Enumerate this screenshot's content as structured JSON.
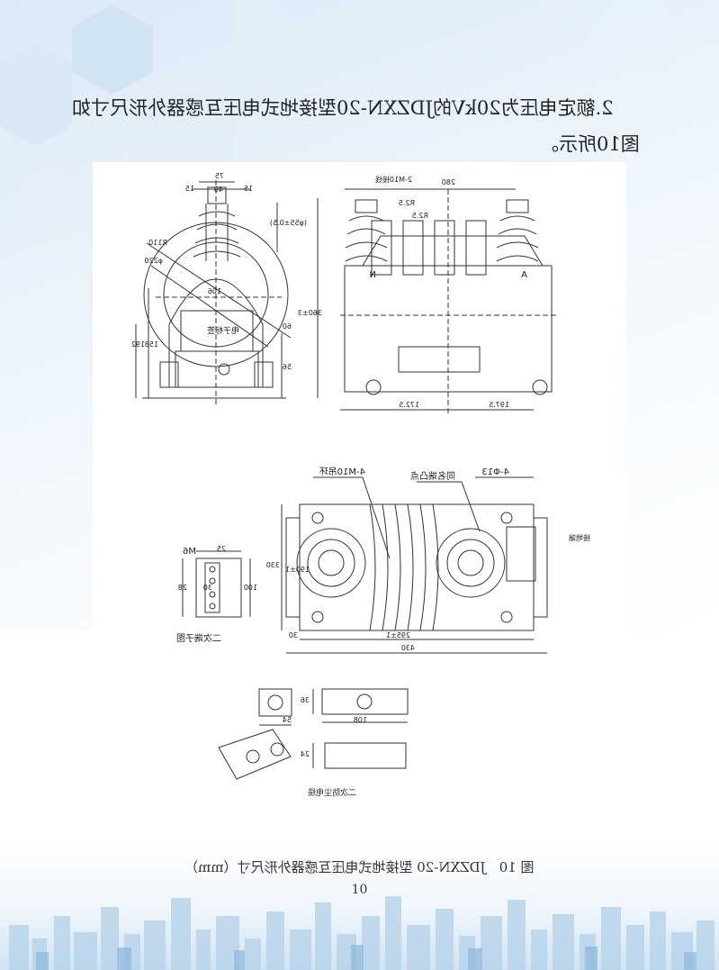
{
  "heading": {
    "line1": "2.额定电压为20kV的JDZXN-20型接地式电压互感器外形尺寸如",
    "line2": "图10所示。"
  },
  "figure": {
    "side_view": {
      "top_dims": [
        "75",
        "40",
        "15",
        "15"
      ],
      "radius_labels": [
        "R110",
        "φ220"
      ],
      "center_dim": "106",
      "left_dims": [
        "192",
        "158"
      ],
      "right_dims": [
        "60",
        "56"
      ],
      "right_top_label": "(φ55±0.5)",
      "nameplate": "电子标签"
    },
    "front_view": {
      "top_dim": "280",
      "labels": [
        "2-M10接线",
        "R2.5",
        "R2.5"
      ],
      "terminal_left": "N",
      "terminal_right": "A",
      "height_dim": "360±3",
      "bottom_dims": [
        "172.5",
        "197.5"
      ]
    },
    "top_view": {
      "labels": [
        "4-M10吊环",
        "同名端凸点",
        "4-Φ13",
        "接地端"
      ],
      "dims": [
        "330",
        "190±1",
        "30",
        "295±1",
        "430"
      ]
    },
    "terminal_view": {
      "label_m6": "M6",
      "dims": [
        "25",
        "28",
        "30",
        "100"
      ],
      "caption": "二次端子图"
    },
    "connector_view": {
      "dims": [
        "54",
        "36",
        "108",
        "24"
      ],
      "caption": "二次防尘电缆"
    }
  },
  "caption": "图 10　JDZXN-20 型接地式电压互感器外形尺寸（mm）",
  "page_number": "10"
}
